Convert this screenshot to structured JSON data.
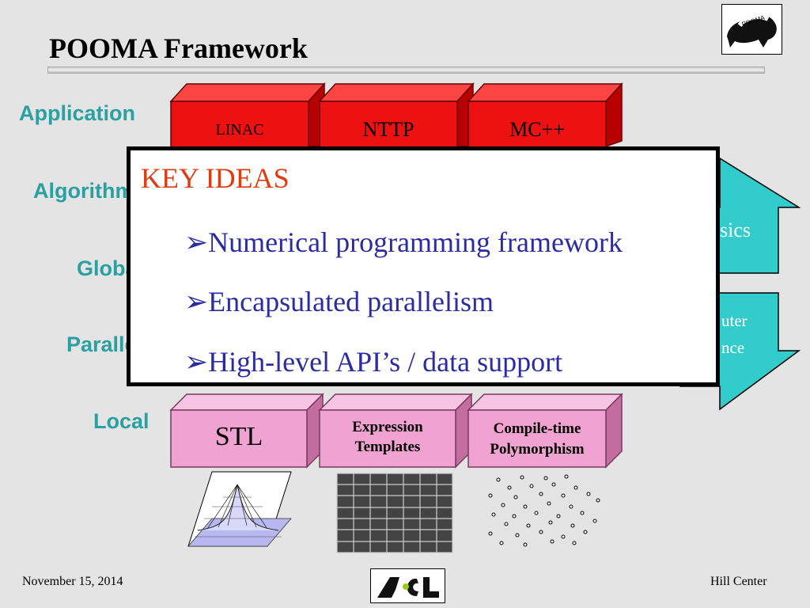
{
  "slide": {
    "title": "POOMA Framework",
    "layers": [
      "Application",
      "Algorithm",
      "Global",
      "Parallel",
      "Local"
    ],
    "application_blocks": [
      "LINAC",
      "NTTP",
      "MC++"
    ],
    "local_blocks": [
      "STL",
      "Expression Templates",
      "Compile-time Polymorphism"
    ],
    "arrow_labels": {
      "upper": "sics",
      "lower_line1": "uter",
      "lower_line2": "nce"
    },
    "logo_text": "POOMA"
  },
  "key_ideas": {
    "title": "KEY IDEAS",
    "items": [
      "Numerical programming framework",
      "Encapsulated parallelism",
      "High-level API’s / data support"
    ]
  },
  "footer": {
    "date": "November 15, 2014",
    "location": "Hill Center",
    "logo_text": "ACL"
  },
  "colors": {
    "red": "#ee1111",
    "pink": "#f0a2d0",
    "teal": "#33cccc",
    "layer_text": "#2aa0a0",
    "key_title": "#e03a10",
    "key_item": "#2c2ca0"
  }
}
